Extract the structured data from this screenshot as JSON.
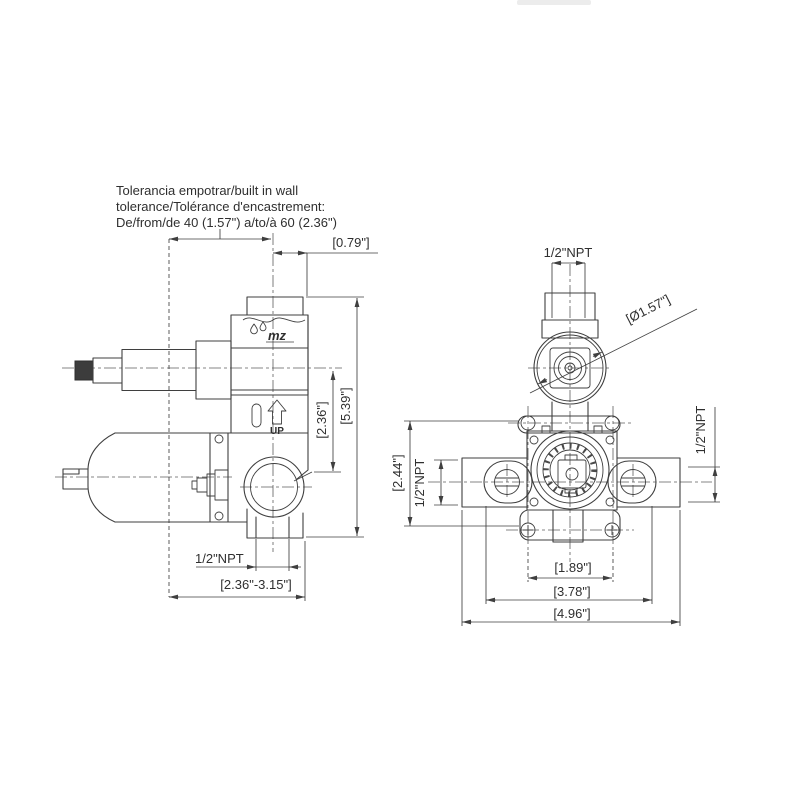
{
  "colors": {
    "line": "#3f3f3f",
    "text": "#2f2f2f",
    "background": "#ffffff"
  },
  "note": {
    "line1": "Tolerancia empotrar/built in wall",
    "line2": "tolerance/Tolérance d'encastrement:",
    "line3": "De/from/de 40 (1.57\") a/to/à 60 (2.36\")"
  },
  "left_view": {
    "dim_face_offset": "[0.79\"]",
    "dim_overall_height": "[5.39\"]",
    "dim_port_centers": "[2.36\"]",
    "outlet_npt_label": "1/2\"NPT",
    "dim_depth_range": "[2.36\"-3.15\"]",
    "up_label": "UP",
    "logo_text": "mz"
  },
  "right_view": {
    "top_npt_label": "1/2\"NPT",
    "dim_boss_diameter": "[Ø1.57\"]",
    "dim_bracket_height": "[2.44\"]",
    "left_npt_label": "1/2\"NPT",
    "right_npt_label": "1/2\"NPT",
    "dim_inner_span": "[1.89\"]",
    "dim_screw_span": "[3.78\"]",
    "dim_overall_width": "[4.96\"]"
  }
}
